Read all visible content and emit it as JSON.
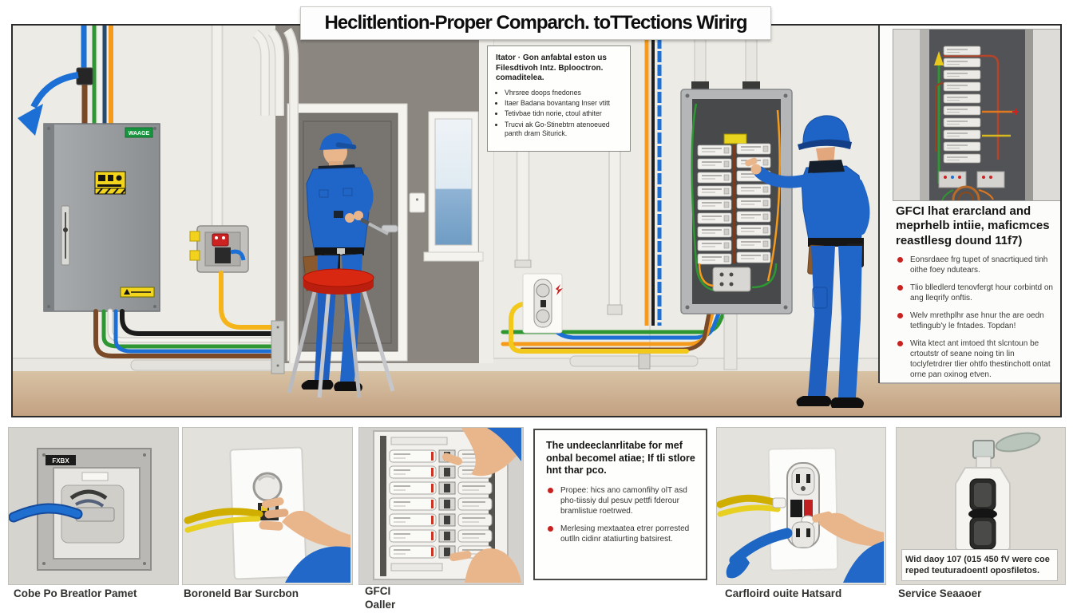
{
  "title": "Heclitlention-Proper Comparch. toTTections Wirirg",
  "main_scene": {
    "left_panel_label": "WAAGE",
    "info_box": {
      "heading": "Itator · Gon anfabtal eston us Filesdtivoh Intz. Bplooctron. comaditelea.",
      "bullets": [
        "Vhrsree doops fnedones",
        "Itaer Badana bovantang Inser vtitt",
        "Tetivbae tidn norie, ctoul athiter",
        "Trucvi ak Go-Stinebtrn atenoeued panth dram Siturick."
      ]
    }
  },
  "right_column": {
    "heading": "GFCI lhat erarcland and meprhelb intiie, maficmces reastllesg dound 11f7)",
    "bullets": [
      "Eonsrdaee frg tupet of snacrtiqued tinh oithe foey ndutears.",
      "Tlio blledlerd tenovfergt hour corbintd on ang lleqrify onftis.",
      "Welv mrethplhr ase hnur the are oedn tetfingub'y le fntades. Topdan!",
      "Wita ktect ant imtoed tht slcntoun be crtoutstr of seane noing tin lin toclyfetrdrer tlier ohtfo thestinchott ontat orne pan oxinog etven."
    ]
  },
  "bottom_note": {
    "heading": "The undeeclanrlitabe for mef onbal becomel atiae; If tli stlore hnt thar pco.",
    "bullets": [
      "Propee: hics ano camonfihy olT asd pho-tiissiy dul pesuv pettfi fderour bramlistue roetrwed.",
      "Merlesing mextaatea etrer porrested outlln cidinr atatiurting batsirest."
    ]
  },
  "bottom_row": {
    "captions": [
      {
        "label": "Cobe Po Breatlor Pamet"
      },
      {
        "label": "Boroneld Bar Surcbon"
      },
      {
        "label": "GFCI",
        "label2": "Oaller"
      },
      {
        "label": "Carfloird ouite Hatsard"
      },
      {
        "label": "Service Seaaoer"
      }
    ],
    "panel1_tag": "FXBX",
    "panel5_text": "Wid daoy 107 (015 450 fV were coe reped teuturadoentl oposfiletos."
  },
  "colors": {
    "worker_blue": "#2065c8",
    "stool_red": "#d82812",
    "wire_orange": "#f59a1a",
    "wire_green": "#2e9633",
    "wire_blue": "#1c6fd4",
    "wire_yellow": "#e8cf1c",
    "warning_yellow": "#f2d51c",
    "label_green": "#17953f",
    "bullet_red": "#c92020"
  }
}
